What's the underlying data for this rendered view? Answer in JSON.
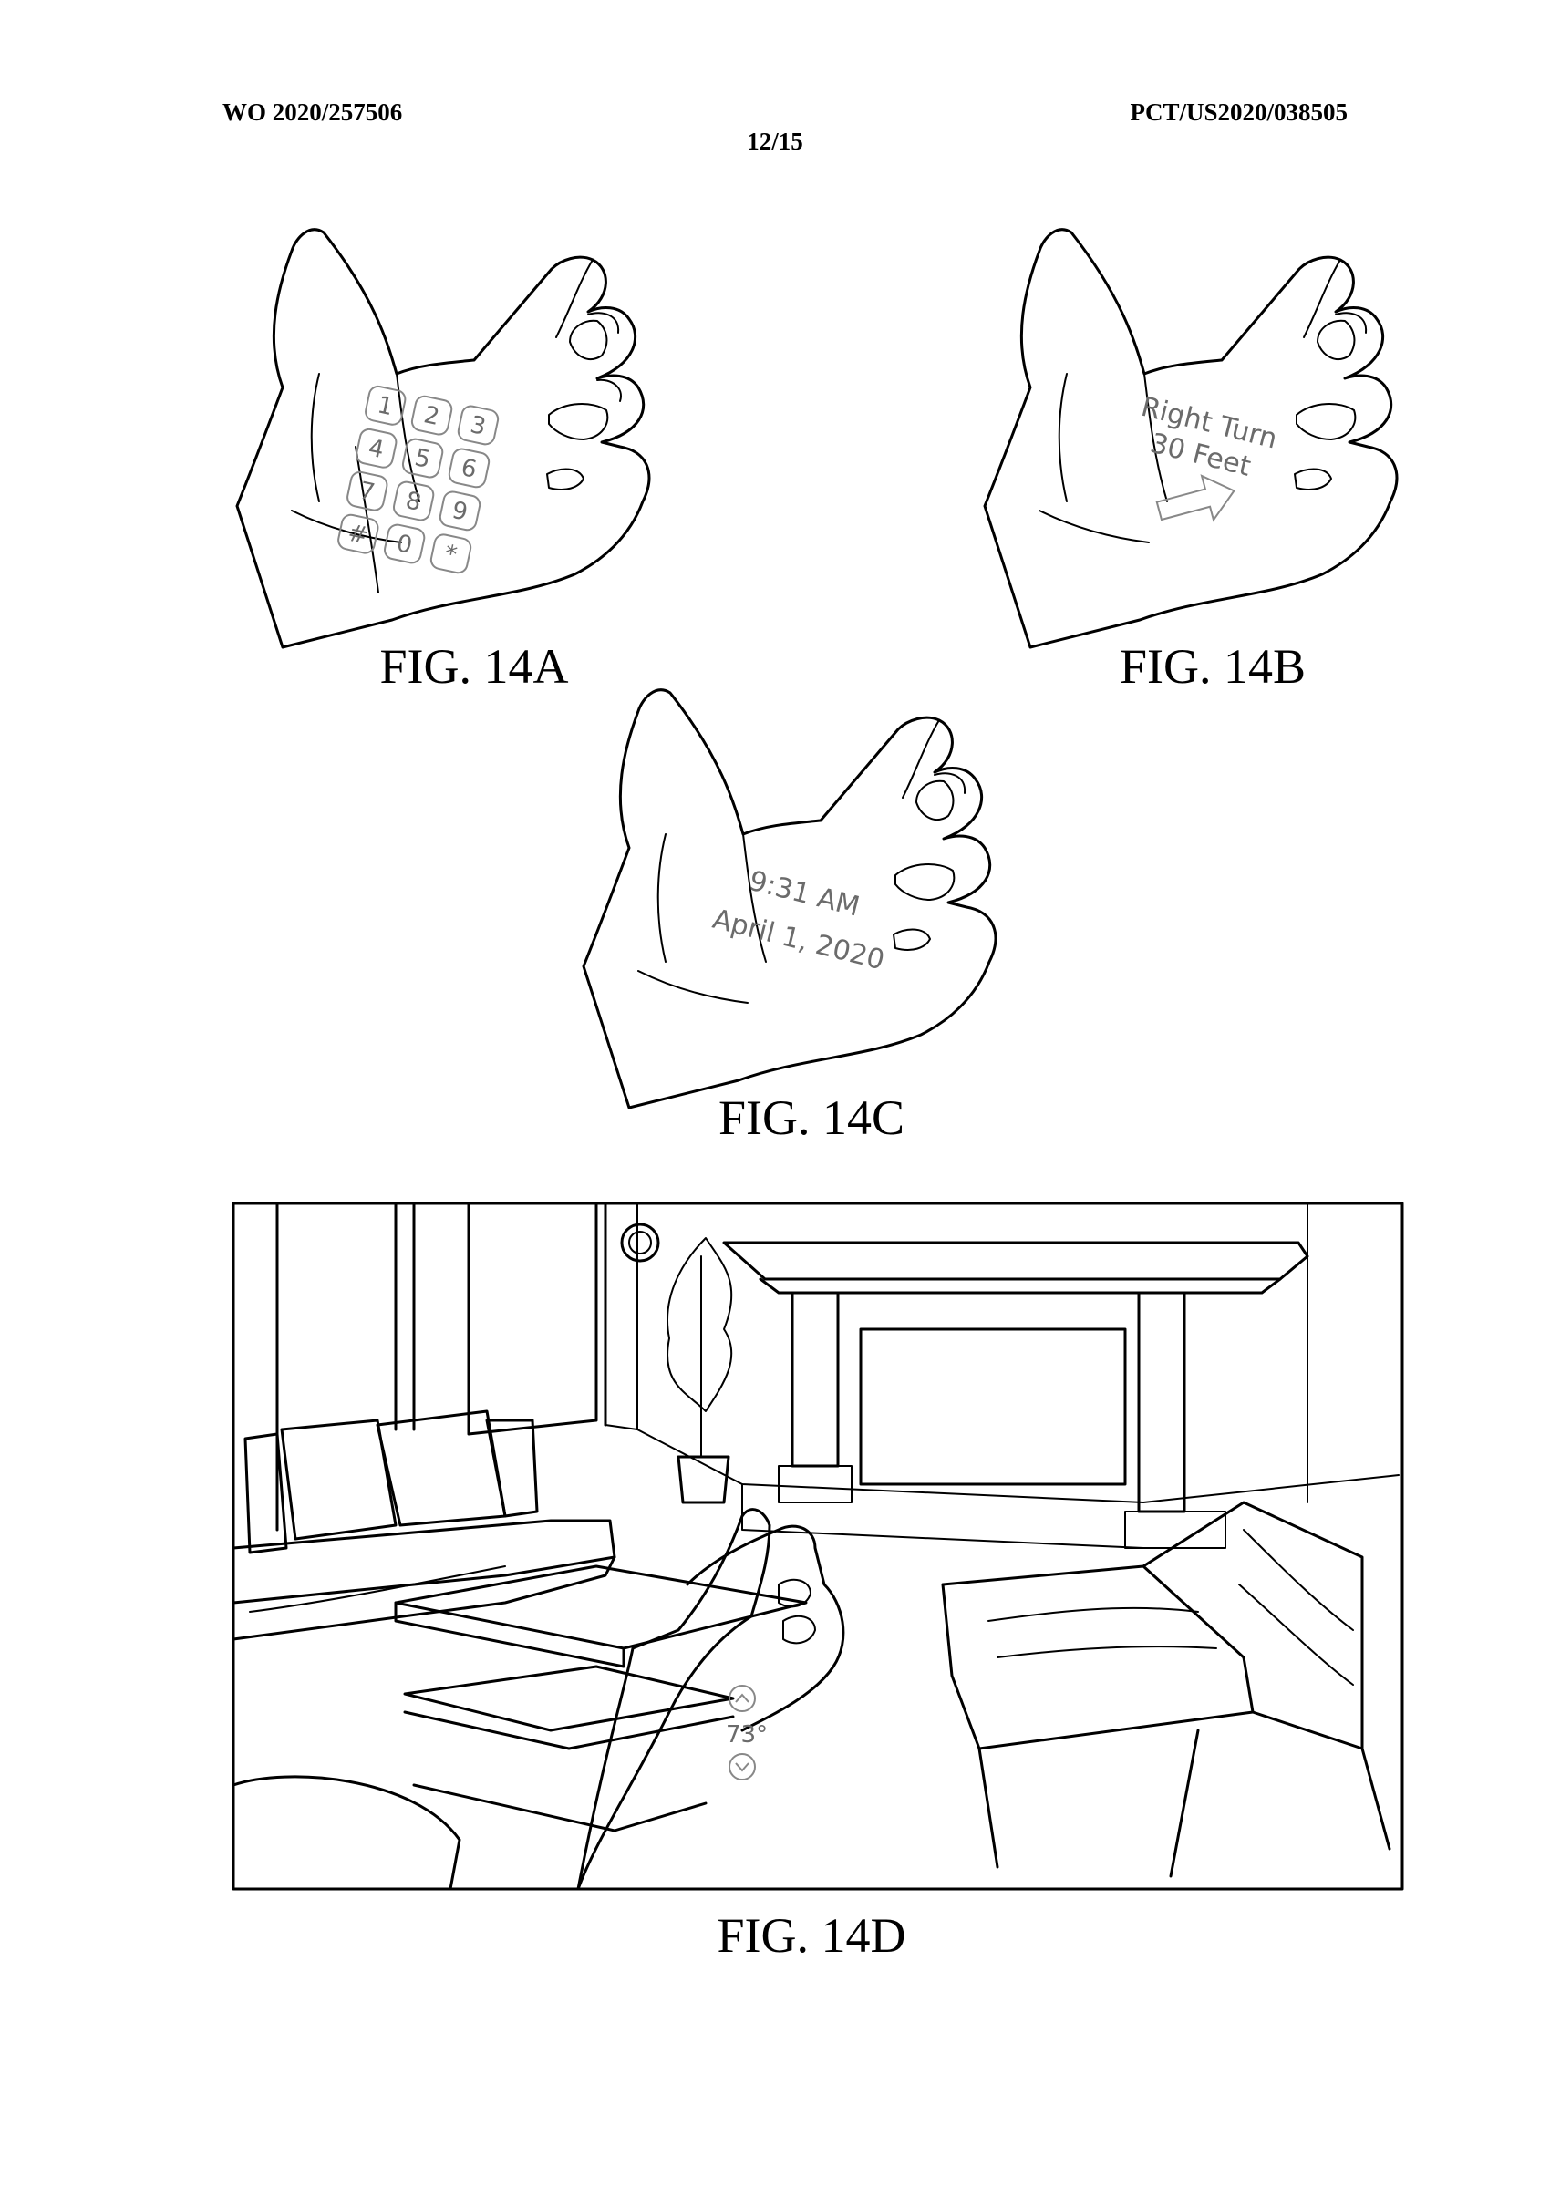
{
  "header": {
    "publication_number": "WO 2020/257506",
    "application_number": "PCT/US2020/038505",
    "sheet": "12/15"
  },
  "figures": {
    "fig14a": {
      "caption": "FIG. 14A",
      "keypad": [
        "1",
        "2",
        "3",
        "4",
        "5",
        "6",
        "7",
        "8",
        "9",
        "#",
        "0",
        "*"
      ]
    },
    "fig14b": {
      "caption": "FIG. 14B",
      "line1": "Right Turn",
      "line2": "30 Feet"
    },
    "fig14c": {
      "caption": "FIG. 14C",
      "time": "9:31 AM",
      "date": "April 1, 2020"
    },
    "fig14d": {
      "caption": "FIG. 14D",
      "temperature": "73°"
    }
  }
}
